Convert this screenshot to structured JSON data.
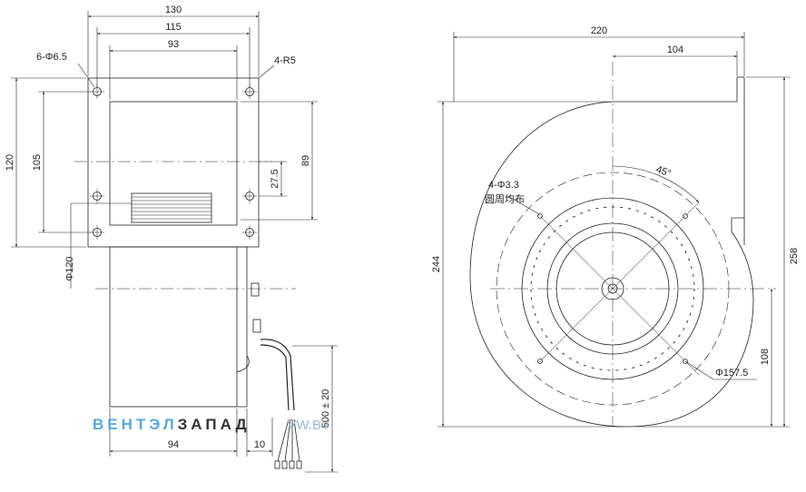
{
  "side_view": {
    "dims": {
      "w130": "130",
      "w115": "115",
      "w93": "93",
      "holes": "6-Φ6.5",
      "radius": "4-R5",
      "h120": "120",
      "h105": "105",
      "h89": "89",
      "h27_5": "27.5",
      "phi120": "Φ120",
      "w94": "94",
      "w10": "10",
      "cable": "500 ± 20"
    }
  },
  "front_view": {
    "dims": {
      "w220": "220",
      "w104": "104",
      "angle": "45°",
      "holes": "4-Φ3.3",
      "holes_note": "圆周均布",
      "h244": "244",
      "h258": "258",
      "h108": "108",
      "phi157": "Φ157.5"
    }
  },
  "watermark": {
    "part1": "ВЕНТЭЛ",
    "part2": "ЗАПАД",
    "part3": "VW.BY",
    "color1": "#5aa7d8",
    "color2": "#333333"
  }
}
